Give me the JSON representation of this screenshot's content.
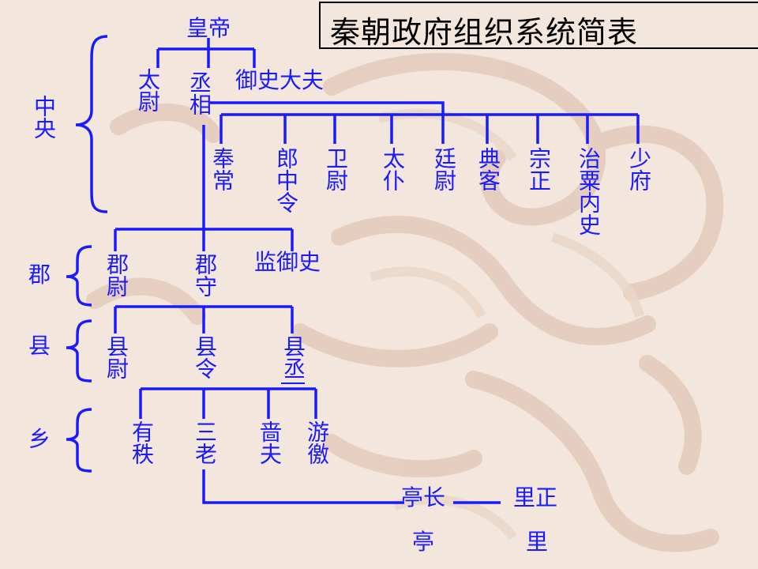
{
  "title": "秦朝政府组织系统简表",
  "levels": {
    "central": "中央",
    "commandery": "郡",
    "county": "县",
    "township": "乡"
  },
  "central": {
    "emperor": "皇帝",
    "taiwei": "太尉",
    "chengxiang": "丞相",
    "yushidafu": "御史大夫",
    "nine_ministers": [
      "奉常",
      "郎中令",
      "卫尉",
      "太仆",
      "廷尉",
      "典客",
      "宗正",
      "治粟内史",
      "少府"
    ]
  },
  "commandery": {
    "junwei": "郡尉",
    "junshou": "郡守",
    "jianyushi": "监御史"
  },
  "county": {
    "xianwei": "县尉",
    "xianling": "县令",
    "xiancheng": "县丞"
  },
  "township": {
    "youzhi": "有秩",
    "sanlao": "三老",
    "sefu": "啬夫",
    "youjiao": "游徼"
  },
  "local": {
    "tingzhang": "亭长",
    "lizheng": "里正",
    "ting": "亭",
    "li": "里"
  },
  "colors": {
    "background": "#f3e6dc",
    "decoration": "#e2c8b8",
    "ink": "#1a1aff",
    "title": "#000000"
  }
}
